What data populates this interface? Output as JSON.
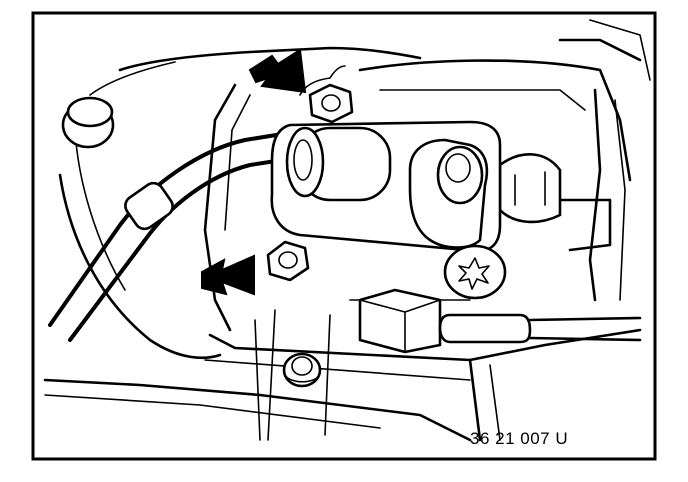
{
  "figure": {
    "reference_number": "36 21 007 U",
    "ink_color": "#000000",
    "paper_color": "#ffffff",
    "callouts": [
      {
        "name": "upper-arrow",
        "points_to": "upper-nut"
      },
      {
        "name": "lower-arrow",
        "points_to": "lower-nut"
      }
    ]
  }
}
